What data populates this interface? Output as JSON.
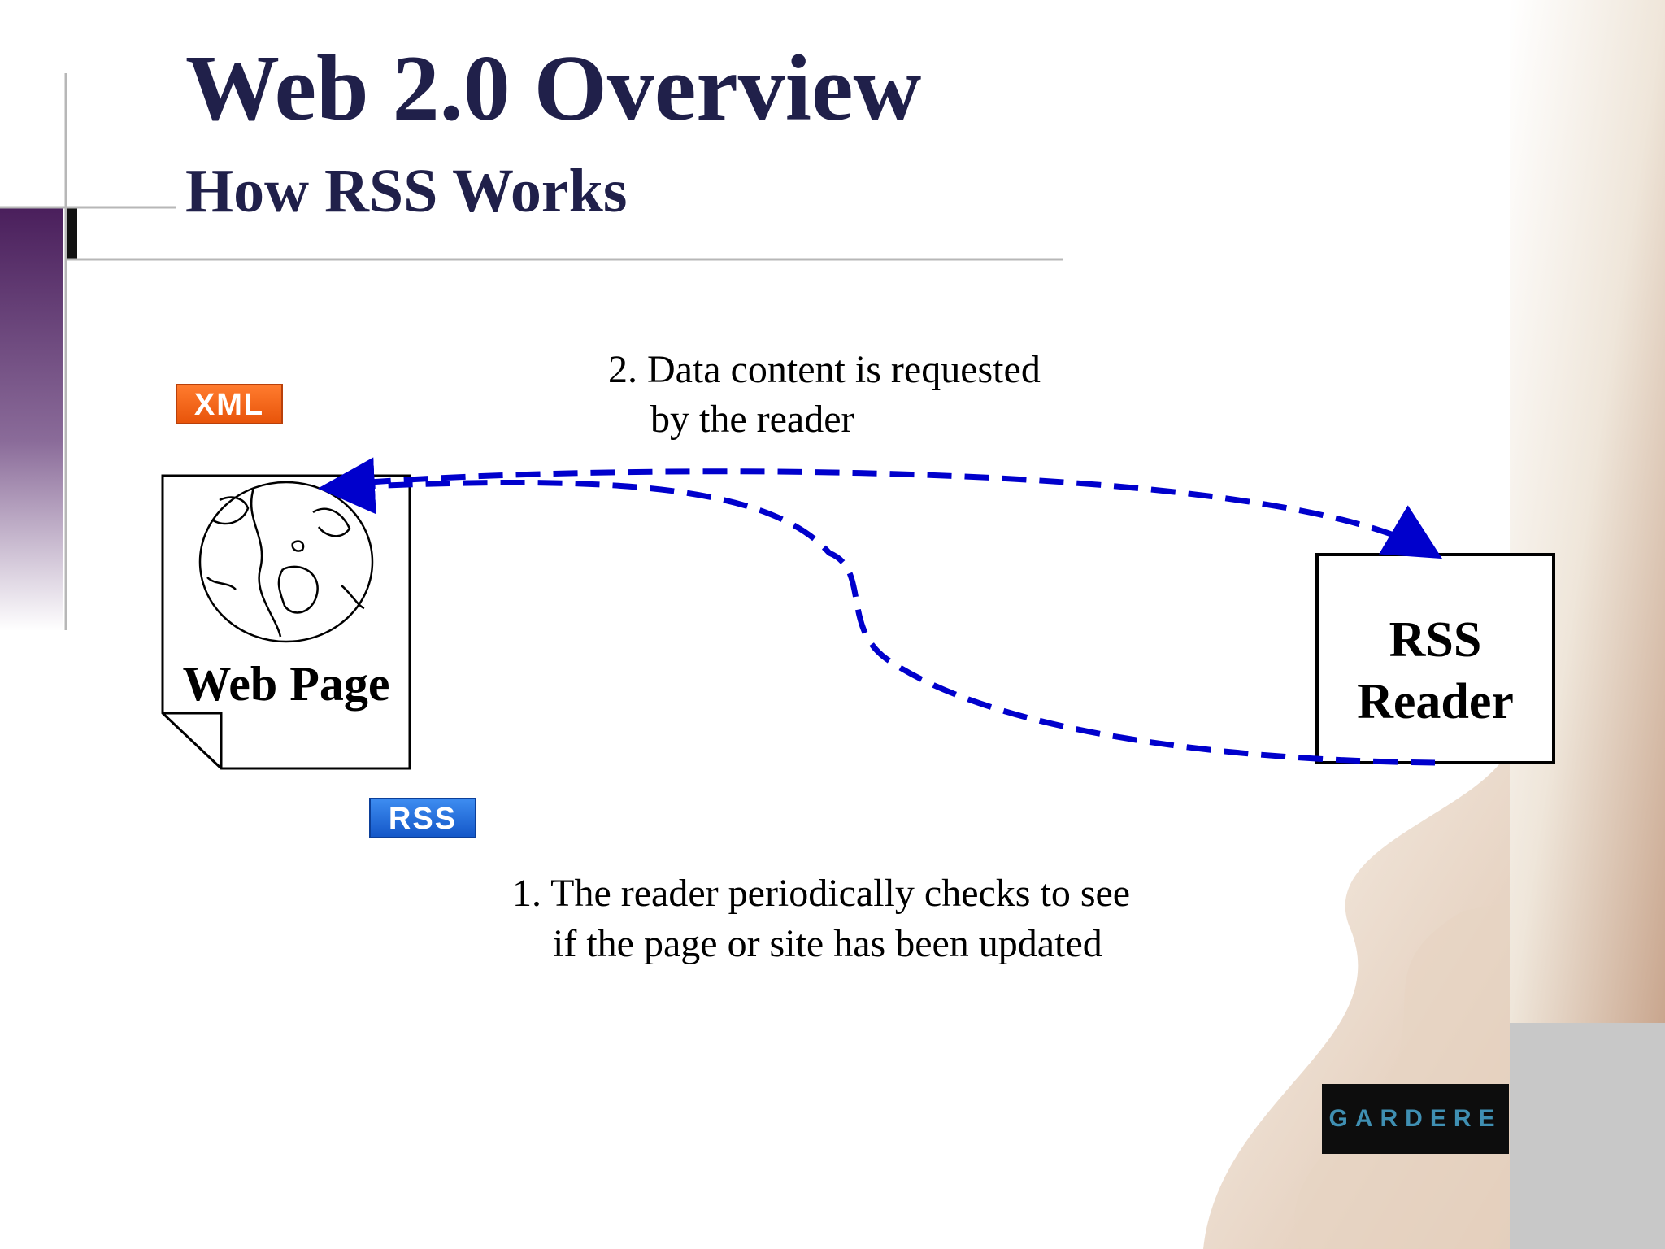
{
  "slide": {
    "title": "Web 2.0 Overview",
    "subtitle": "How RSS Works"
  },
  "badges": {
    "xml": "XML",
    "rss": "RSS"
  },
  "web_page": {
    "label": "Web Page"
  },
  "rss_reader": {
    "line1": "RSS",
    "line2": "Reader"
  },
  "steps": {
    "step2_line1": "2. Data content is requested",
    "step2_line2": "by the reader",
    "step1_line1": "1. The reader periodically checks to see",
    "step1_line2": "if the page or site has been updated"
  },
  "logo": {
    "text": "GARDERE"
  },
  "colors": {
    "title": "#20204a",
    "arrow": "#0000cc",
    "accent_purple": "#4a1f5c",
    "xml_badge": "#f26a1b",
    "rss_badge": "#1f6fe0",
    "logo_text": "#3f8fb2"
  }
}
